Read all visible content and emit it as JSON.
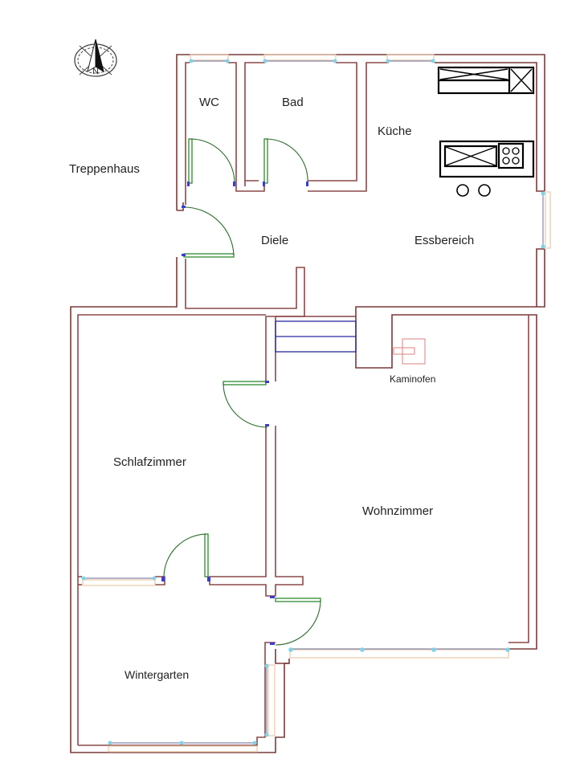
{
  "title": "Grundriss Wohnung",
  "compass": {
    "label": "N",
    "icon": "north-arrow-icon"
  },
  "rooms": {
    "wc": "WC",
    "bad": "Bad",
    "kueche": "Küche",
    "treppenhaus": "Treppenhaus",
    "diele": "Diele",
    "essbereich": "Essbereich",
    "kaminofen": "Kaminofen",
    "schlafzimmer": "Schlafzimmer",
    "wohnzimmer": "Wohnzimmer",
    "wintergarten": "Wintergarten"
  },
  "colors": {
    "wall": "#7a3a3a",
    "door": "#2e8a2e",
    "window_pin": "#7fd3e8",
    "stove": "#e08c8c",
    "stair": "#2a2aa0"
  }
}
